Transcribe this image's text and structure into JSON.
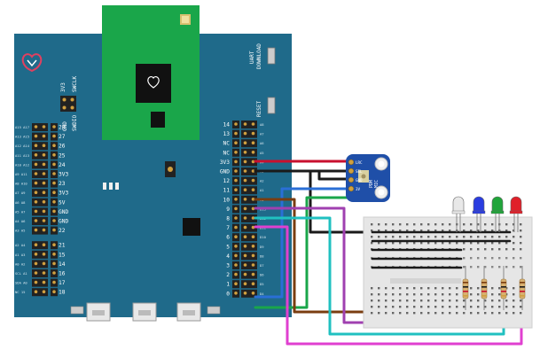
{
  "board": {
    "pcb_color": "#1f6a8a",
    "module_color": "#1aa64a",
    "left_header_labels": [
      "28",
      "27",
      "26",
      "25",
      "24",
      "3V3",
      "23",
      "3V3",
      "5V",
      "GND",
      "GND",
      "22",
      "21",
      "15",
      "14",
      "16",
      "17",
      "18"
    ],
    "left_outer_labels": [
      "A15 A17",
      "A13 A15",
      "A12 A14",
      "A11 A13",
      "A10 A12",
      "A9 A11",
      "A8 A10",
      "A7 A9",
      "A6 A8",
      "A5 A7",
      "A4 A6",
      "A3 A5",
      "A2 A4",
      "A1 A3",
      "A0 A2",
      "SCL A1",
      "SDA A0",
      "NC 15"
    ],
    "right_header_labels": [
      "14",
      "13",
      "NC",
      "NC",
      "3V3",
      "GND",
      "12",
      "11",
      "10",
      "9",
      "8",
      "7",
      "6",
      "5",
      "4",
      "3",
      "2",
      "1",
      "0"
    ],
    "right_outer_labels": [
      "A8",
      "A7",
      "A6",
      "A5",
      "A4",
      "A3",
      "A2",
      "A1",
      "A0",
      "D13",
      "D12",
      "D11",
      "D10",
      "D9",
      "D8",
      "D7",
      "D6",
      "D5",
      "D4"
    ],
    "top_left_labels": [
      "3V3",
      "SWCLK",
      "GND",
      "SWDIO"
    ],
    "top_right_labels": [
      "UART",
      "DOWNLOAD",
      "RESET"
    ]
  },
  "sensor": {
    "labels": [
      "PDM",
      "MIC",
      "LRC",
      "SEL",
      "GND",
      "3V"
    ],
    "color": "#1f4fa8"
  },
  "leds": {
    "colors": [
      "#e8e8e8",
      "#2a3de0",
      "#20a53a",
      "#e0202a"
    ]
  },
  "wires": {
    "colors": [
      "#c8102e",
      "#1a1a1a",
      "#2a6fd6",
      "#1aa64a",
      "#7a3d10",
      "#a040b0",
      "#20c0c0",
      "#e040d0"
    ]
  }
}
